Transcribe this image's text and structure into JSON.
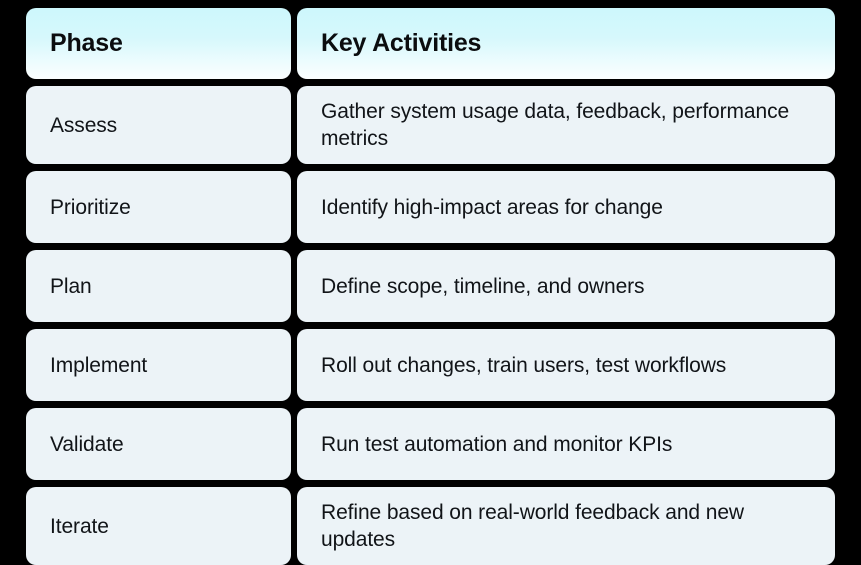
{
  "table": {
    "columns": [
      {
        "key": "phase",
        "label": "Phase"
      },
      {
        "key": "activities",
        "label": "Key Activities"
      }
    ],
    "rows": [
      {
        "phase": "Assess",
        "activities": "Gather system usage data, feedback, performance metrics"
      },
      {
        "phase": "Prioritize",
        "activities": "Identify high-impact areas for change"
      },
      {
        "phase": "Plan",
        "activities": "Define scope, timeline, and owners"
      },
      {
        "phase": "Implement",
        "activities": "Roll out changes, train users, test workflows"
      },
      {
        "phase": "Validate",
        "activities": "Run test automation and monitor KPIs"
      },
      {
        "phase": "Iterate",
        "activities": "Refine based on real-world feedback and new updates"
      }
    ]
  },
  "colors": {
    "page_background": "#000000",
    "cell_background": "#ecf3f7",
    "header_gradient_top": "#cdf7fc",
    "header_gradient_bottom": "#fbfeff",
    "text": "#111418",
    "header_text": "#0b0d0f"
  }
}
